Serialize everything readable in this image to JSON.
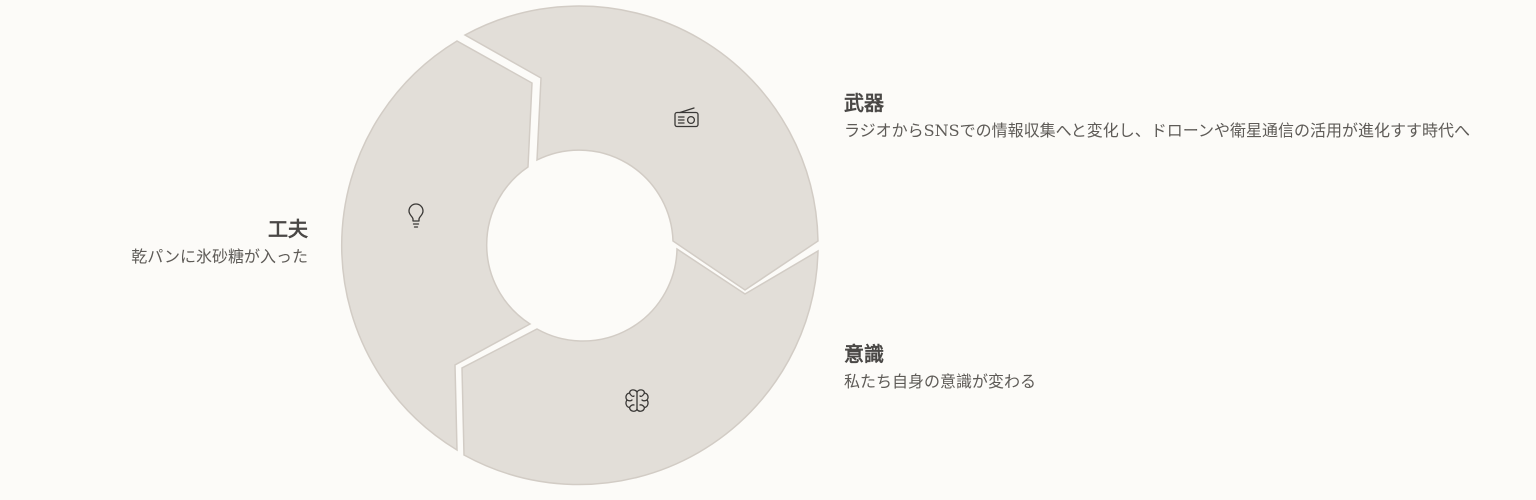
{
  "colors": {
    "background": "#fcfbf8",
    "segment_fill": "#e2ded8",
    "segment_stroke": "#d2ccc5",
    "icon_stroke": "#3a3836",
    "title_text": "#4a4846",
    "desc_text": "#5e5b57"
  },
  "segments": [
    {
      "title": "武器",
      "description": "ラジオからSNSでの情報収集へと変化し、ドローンや衛星通信の活用が進化すす時代へ",
      "icon": "radio-icon"
    },
    {
      "title": "意識",
      "description": "私たち自身の意識が変わる",
      "icon": "brain-icon"
    },
    {
      "title": "工夫",
      "description": "乾パンに氷砂糖が入った",
      "icon": "lightbulb-icon"
    }
  ]
}
